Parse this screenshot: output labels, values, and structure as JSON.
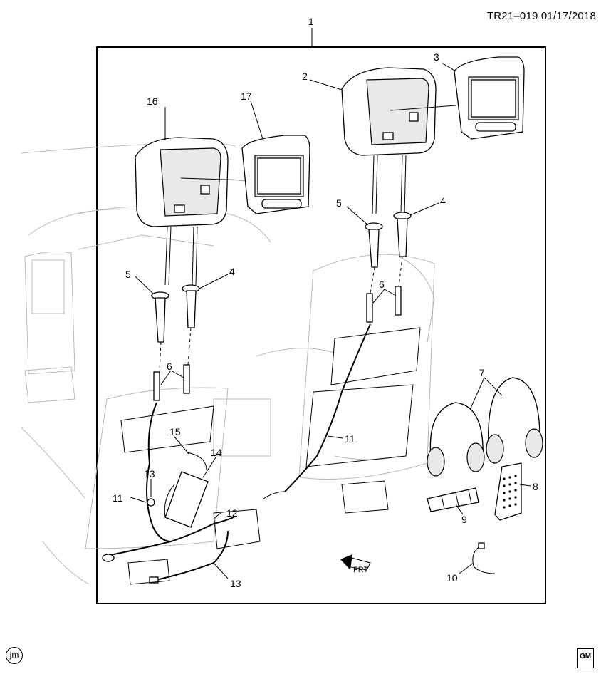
{
  "header": {
    "doc_code": "TR21–019  01/17/2018"
  },
  "callouts": {
    "c1": "1",
    "c2": "2",
    "c3": "3",
    "c4a": "4",
    "c4b": "4",
    "c5a": "5",
    "c5b": "5",
    "c6a": "6",
    "c6b": "6",
    "c7": "7",
    "c8": "8",
    "c9": "9",
    "c10": "10",
    "c11a": "11",
    "c11b": "11",
    "c12": "12",
    "c13a": "13",
    "c13b": "13",
    "c14": "14",
    "c15": "15",
    "c16": "16",
    "c17": "17"
  },
  "front_arrow": {
    "label": "FRT"
  },
  "footer": {
    "left_logo": "jm",
    "right_logo": "GM"
  }
}
